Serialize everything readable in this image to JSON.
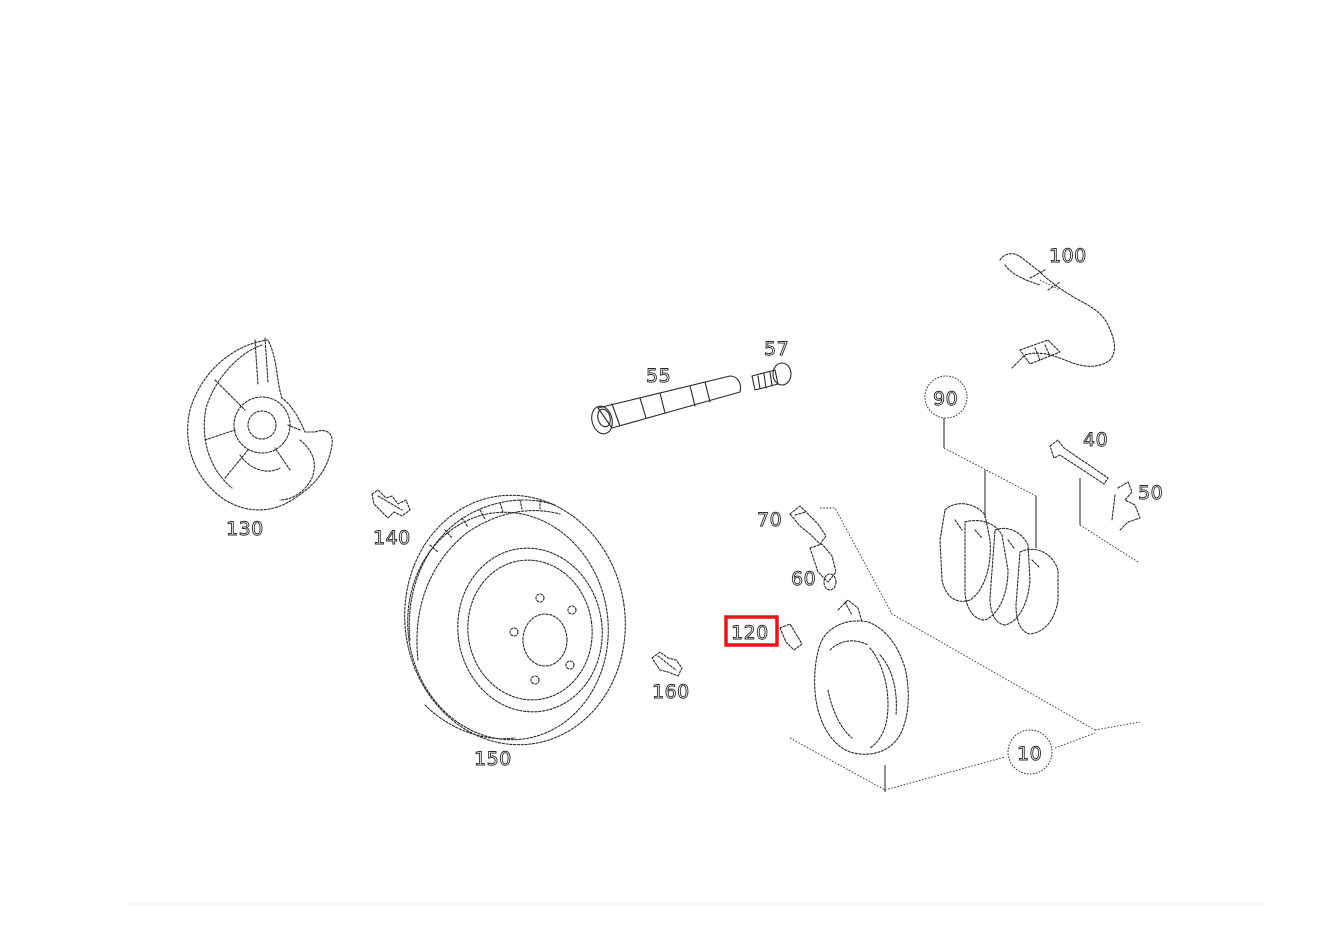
{
  "callouts": {
    "c100": "100",
    "c57": "57",
    "c55": "55",
    "c90": "90",
    "c40": "40",
    "c50": "50",
    "c130": "130",
    "c140": "140",
    "c70": "70",
    "c60": "60",
    "c120": "120",
    "c160": "160",
    "c150": "150",
    "c10": "10"
  },
  "highlighted_callout": "120",
  "colors": {
    "highlight": "#e8141b",
    "line": "#2a2a2a",
    "background": "#ffffff"
  }
}
